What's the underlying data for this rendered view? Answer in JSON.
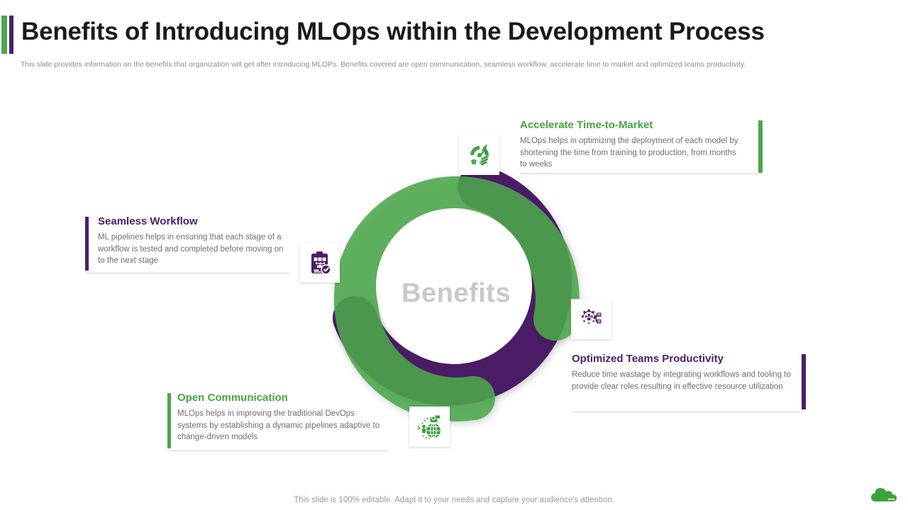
{
  "slide": {
    "title": "Benefits of Introducing MLOps within the Development Process",
    "subtitle": "This slide provides information on the benefits that organization will get after introducing MLOPs. Benefits covered are open communication, seamless workflow, accelerate time to market and optimized teams productivity.",
    "footer_note": "This slide is 100% editable. Adapt it to your needs and capture your audience's attention.",
    "center_label": "Benefits"
  },
  "colors": {
    "green": "#4ca64c",
    "green_title": "#45a545",
    "purple": "#4b1f66",
    "purple_light": "#7e5a96",
    "green_light": "#86c88a",
    "body_text": "#6e6e6e",
    "subtitle_text": "#8c8c8c",
    "center_text": "#c9c9c9"
  },
  "blocks": [
    {
      "id": "accelerate",
      "title": "Accelerate Time-to-Market",
      "body": "MLOps helps in optimizing the deployment of each model by shortening the time from training to production, from months to weeks",
      "accent": "#4ca64c",
      "icon": "speedometer-rocket-icon"
    },
    {
      "id": "workflow",
      "title": "Seamless Workflow",
      "body": "ML pipelines helps in ensuring that each stage of a workflow is tested and completed before moving on to the next stage",
      "accent": "#4b1f66",
      "icon": "clipboard-checklist-icon"
    },
    {
      "id": "open",
      "title": "Open Communication",
      "body": "MLOps helps in improving the traditional DevOps systems by establishing a dynamic pipelines adaptive to change-driven models",
      "accent": "#4ca64c",
      "icon": "globe-communication-icon"
    },
    {
      "id": "optimized",
      "title": "Optimized Teams Productivity",
      "body": "Reduce time wastage by integrating workflows and tooling to provide clear roles resulting in effective resource utilization",
      "accent": "#4b1f66",
      "icon": "gear-team-network-icon"
    }
  ],
  "logo": {
    "name": "green-cloud-logo",
    "color": "#3aa43a"
  }
}
